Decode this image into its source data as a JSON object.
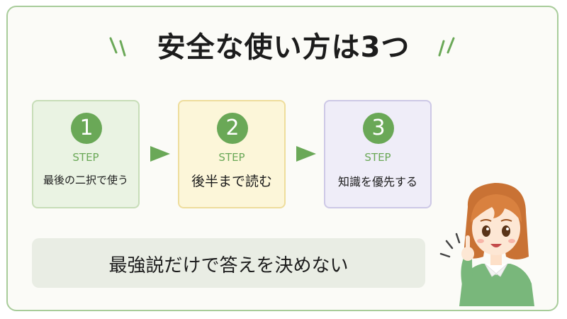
{
  "title": "安全な使い方は3つ",
  "steps": [
    {
      "number": "1",
      "word": "STEP",
      "label": "最後の二択で使う",
      "background": "#eaf3e3",
      "border": "#c7ddb8"
    },
    {
      "number": "2",
      "word": "STEP",
      "label": "後半まで読む",
      "background": "#fcf6d9",
      "border": "#eedd9c"
    },
    {
      "number": "3",
      "word": "STEP",
      "label": "知識を優先する",
      "background": "#efedf8",
      "border": "#cdc8e6"
    }
  ],
  "note": "最強説だけで答えを決めない",
  "colors": {
    "accent": "#6aa857",
    "frame": "#a8cc9a",
    "note_background": "#e9ede4",
    "text": "#1c1c1c"
  },
  "icons": {
    "arrow": "right-triangle-arrow",
    "character": "pointing-girl-illustration"
  }
}
